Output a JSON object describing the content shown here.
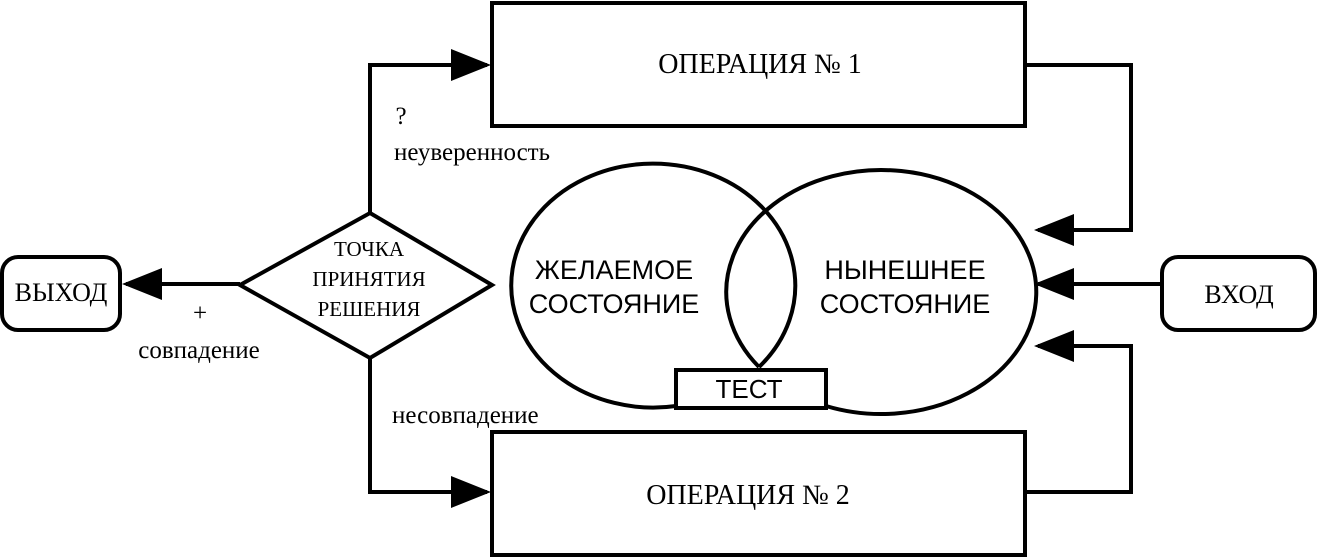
{
  "diagram": {
    "operation1": "ОПЕРАЦИЯ № 1",
    "operation2": "ОПЕРАЦИЯ № 2",
    "exit": "ВЫХОД",
    "enter": "ВХОД",
    "decision": {
      "line1": "ТОЧКА",
      "line2": "ПРИНЯТИЯ",
      "line3": "РЕШЕНИЯ"
    },
    "desired": {
      "line1": "ЖЕЛАЕМОЕ",
      "line2": "СОСТОЯНИЕ"
    },
    "present": {
      "line1": "НЫНЕШНЕЕ",
      "line2": "СОСТОЯНИЕ"
    },
    "test": "ТЕСТ",
    "labels": {
      "question_mark": "?",
      "uncertainty": "неуверенность",
      "plus": "+",
      "match": "совпадение",
      "mismatch": "несовпадение"
    }
  }
}
